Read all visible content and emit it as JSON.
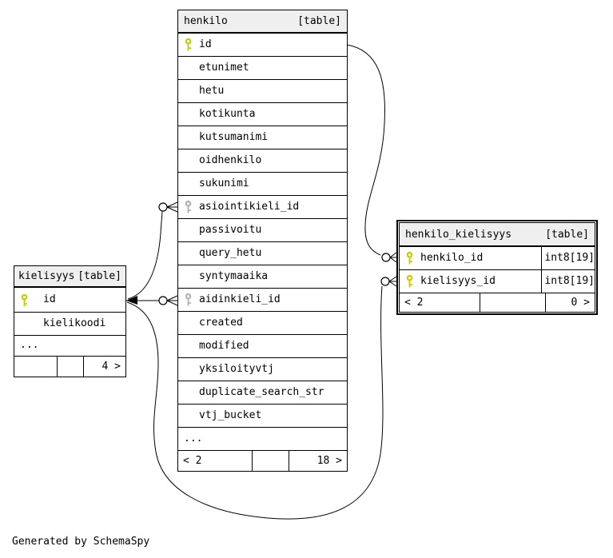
{
  "generator_note": "Generated by SchemaSpy",
  "colors": {
    "pk_key": "#c9c900",
    "fk_key": "#b2b2b2",
    "header_bg": "#efefef",
    "border": "#000000"
  },
  "icons": {
    "pk": "primary-key-icon",
    "fk": "foreign-key-icon"
  },
  "tables": {
    "henkilo": {
      "name": "henkilo",
      "tag": "[table]",
      "columns": [
        {
          "name": "id",
          "key": "pk"
        },
        {
          "name": "etunimet"
        },
        {
          "name": "hetu"
        },
        {
          "name": "kotikunta"
        },
        {
          "name": "kutsumanimi"
        },
        {
          "name": "oidhenkilo"
        },
        {
          "name": "sukunimi"
        },
        {
          "name": "asiointikieli_id",
          "key": "fk"
        },
        {
          "name": "passivoitu"
        },
        {
          "name": "query_hetu"
        },
        {
          "name": "syntymaaika"
        },
        {
          "name": "aidinkieli_id",
          "key": "fk"
        },
        {
          "name": "created"
        },
        {
          "name": "modified"
        },
        {
          "name": "yksiloityvtj"
        },
        {
          "name": "duplicate_search_str"
        },
        {
          "name": "vtj_bucket"
        }
      ],
      "ellipsis": "...",
      "footer_left": "< 2",
      "footer_mid": "",
      "footer_right": "18 >"
    },
    "kielisyys": {
      "name": "kielisyys",
      "tag": "[table]",
      "columns": [
        {
          "name": "id",
          "key": "pk"
        },
        {
          "name": "kielikoodi"
        }
      ],
      "ellipsis": "...",
      "footer_left": "",
      "footer_mid": "",
      "footer_right": "4 >"
    },
    "henkilo_kielisyys": {
      "name": "henkilo_kielisyys",
      "tag": "[table]",
      "columns": [
        {
          "name": "henkilo_id",
          "key": "pk",
          "type": "int8[19]"
        },
        {
          "name": "kielisyys_id",
          "key": "pk",
          "type": "int8[19]"
        }
      ],
      "footer_left": "< 2",
      "footer_mid": "",
      "footer_right": "0 >"
    }
  }
}
